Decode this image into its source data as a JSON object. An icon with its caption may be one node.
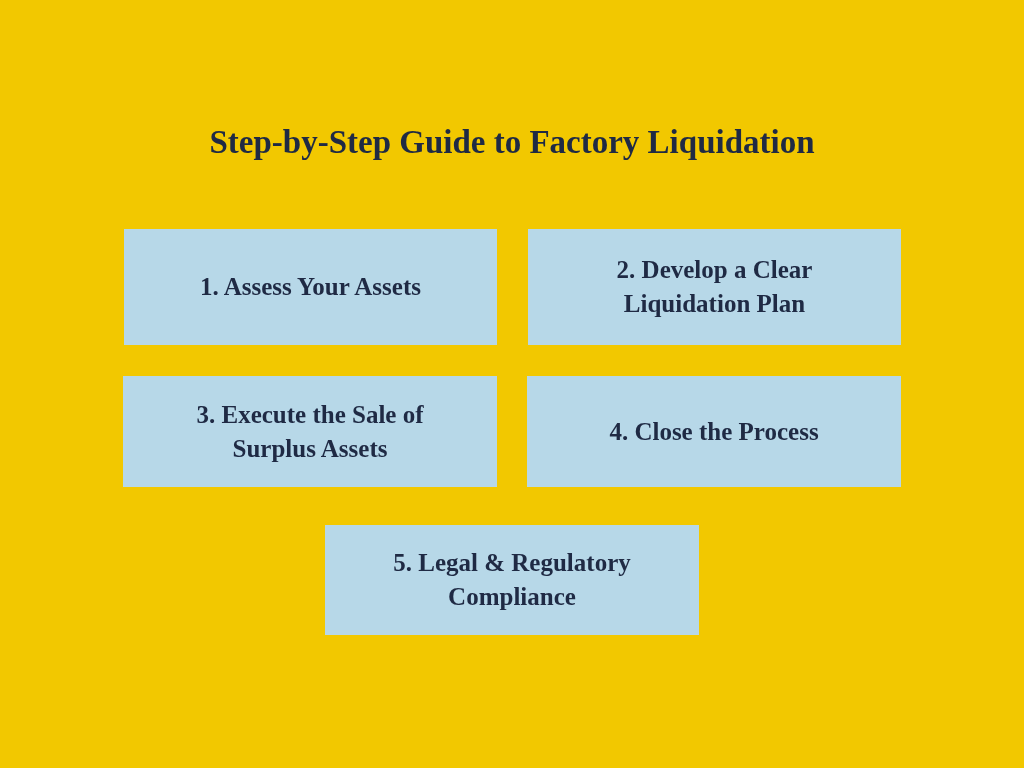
{
  "diagram": {
    "title": "Step-by-Step Guide to Factory Liquidation",
    "nodes": [
      {
        "text": [
          "1. Assess Your Assets"
        ]
      },
      {
        "text": [
          "2. Develop a Clear Liquidation Plan"
        ]
      },
      {
        "text": [
          "3. Execute the Sale of Surplus Assets"
        ]
      },
      {
        "text": [
          "4. Close the Process"
        ]
      },
      {
        "text": [
          "5. Legal & Regulatory Compliance"
        ]
      }
    ]
  }
}
